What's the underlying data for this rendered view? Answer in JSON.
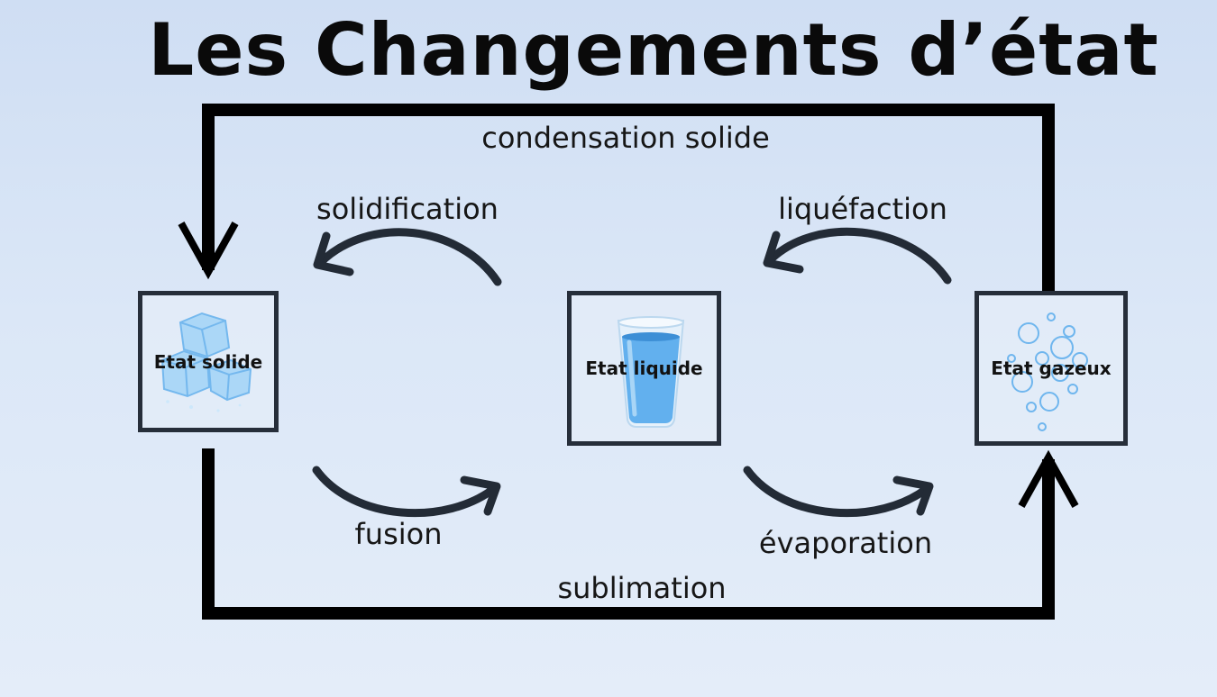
{
  "title": "Les Changements d’état",
  "states": {
    "solid": "Etat solide",
    "liquid": "Etat liquide",
    "gas": "Etat gazeux"
  },
  "transitions": {
    "condensation_solide": "condensation solide",
    "solidification": "solidification",
    "liquefaction": "liquéfaction",
    "fusion": "fusion",
    "evaporation": "évaporation",
    "sublimation": "sublimation"
  },
  "icons": {
    "solid": "ice-cubes-icon",
    "liquid": "glass-of-water-icon",
    "gas": "bubbles-icon"
  },
  "colors": {
    "background": "#d6e4f6",
    "line": "#000000",
    "arrow": "#232b36",
    "box_border": "#262e3a",
    "water": "#5aa9ea"
  }
}
